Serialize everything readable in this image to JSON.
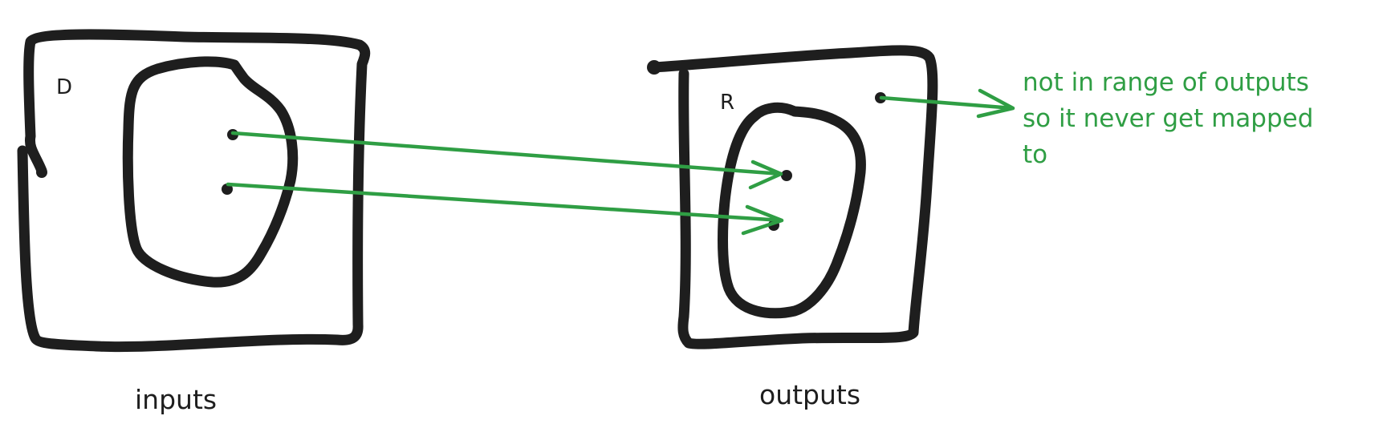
{
  "colors": {
    "ink": "#1e1e1e",
    "arrow": "#2f9e44",
    "background": "#ffffff"
  },
  "domain_box": {
    "label": "D"
  },
  "range_box": {
    "label": "R"
  },
  "captions": {
    "inputs": "inputs",
    "outputs": "outputs"
  },
  "annotation": {
    "lines": [
      "not in range of outputs",
      "so it never get mapped",
      "to"
    ]
  }
}
